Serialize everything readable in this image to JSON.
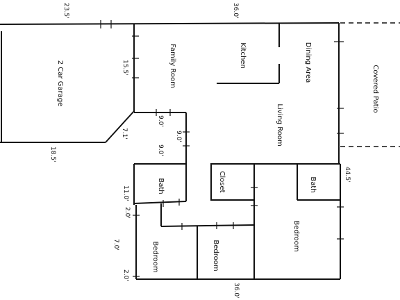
{
  "rooms": {
    "garage": "2 Car Garage",
    "family_room": "Family Room",
    "kitchen": "Kitchen",
    "dining_area": "Dining Area",
    "living_room": "Living Room",
    "covered_patio": "Covered Patio",
    "closet": "Closet",
    "bath_left": "Bath",
    "bath_right": "Bath",
    "bedroom_right": "Bedroom",
    "bedroom_middle": "Bedroom",
    "bedroom_left": "Bedroom"
  },
  "dimensions": {
    "garage_top": "23.5'",
    "top_width": "36.0'",
    "family_room_height": "15.5'",
    "garage_bottom": "18.5'",
    "angled_wall": "7.1'",
    "hall_a": "9.0'",
    "hall_b": "9.0'",
    "hall_c": "9.0'",
    "bath_height": "11.0'",
    "hall_d": "2.0'",
    "bedroom_left_height": "7.0'",
    "bottom_offset": "2.0'",
    "right_depth": "44.5'",
    "bottom_width": "36.0'"
  }
}
